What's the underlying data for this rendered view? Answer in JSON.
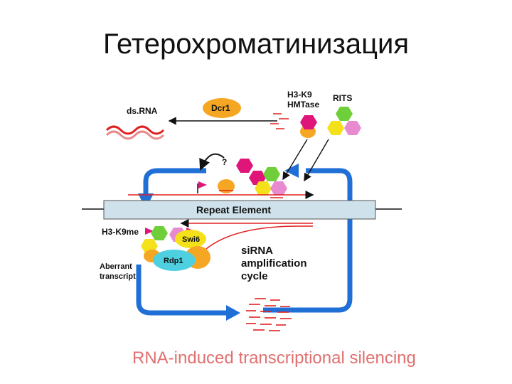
{
  "title": "Гетерохроматинизация",
  "caption": "RNA-induced transcriptional silencing",
  "labels": {
    "dsrna": "ds.RNA",
    "dcr1": "Dcr1",
    "h3k9": "H3-K9",
    "hmtase": "HMTase",
    "rits": "RITS",
    "question": "?",
    "repeat_element": "Repeat Element",
    "h3k9me": "H3-K9me",
    "swi6": "Swi6",
    "rdp1": "Rdp1",
    "aberrant": "Aberrant",
    "transcript": "transcript",
    "sirna": "siRNA",
    "amplification": "amplification",
    "cycle": "cycle"
  },
  "colors": {
    "caption": "#e0706f",
    "blue_arrow": "#1f6fd6",
    "red_line": "#e02020",
    "orange": "#f5a623",
    "yellow": "#f5e11a",
    "green": "#6fcf3a",
    "magenta": "#e0157a",
    "pink": "#e88ad0",
    "cyan": "#4fd0e0",
    "repeat_bar": "#cfe1ea"
  }
}
